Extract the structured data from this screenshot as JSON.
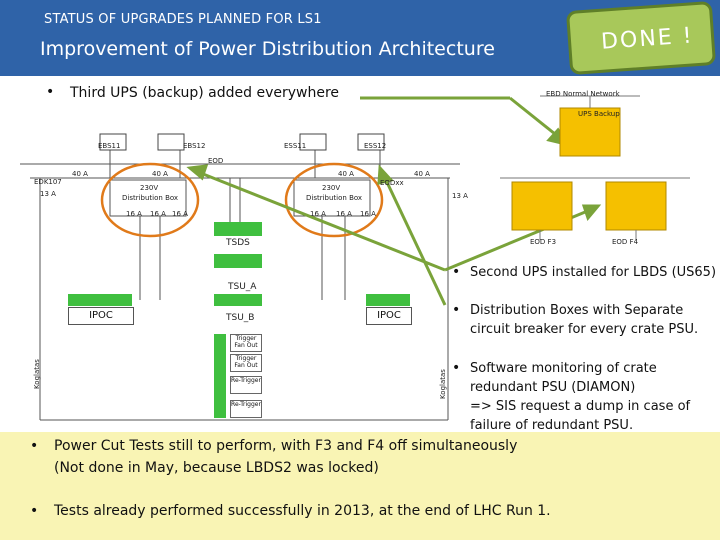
{
  "header": {
    "top_line": "STATUS OF UPGRADES PLANNED FOR LS1",
    "title": "Improvement of Power Distribution Architecture"
  },
  "badge": {
    "text": "DONE !"
  },
  "colors": {
    "header_bg": "#2f63a8",
    "badge_bg": "#a8c85a",
    "arrow": "#7aa33a",
    "highlight_box": "#f9f4b4",
    "ups_yellow": "#f5c000"
  },
  "bullets": {
    "ups_backup": "Third UPS (backup) added everywhere",
    "second_ups": "Second UPS installed for LBDS (US65)",
    "dist_boxes": [
      "Distribution Boxes with Separate",
      "circuit breaker for every crate PSU."
    ],
    "software": [
      "Software monitoring of crate",
      "redundant PSU (DIAMON)",
      "=> SIS request a dump in case of",
      "failure of redundant PSU."
    ],
    "power_cut": [
      "Power Cut Tests still to perform, with F3 and F4 off simultaneously",
      "(Not done in May, because LBDS2 was locked)"
    ],
    "tests_done": "Tests already performed successfully in 2013, at the end of LHC Run 1."
  },
  "diagram": {
    "left_top": [
      "EBS11",
      "EBS12"
    ],
    "right_top": [
      "ESS11",
      "ESS12"
    ],
    "eod": "EOD",
    "eod_right": "EODxx",
    "edk": "EDK107",
    "amp40": "40 A",
    "amp13": "13 A",
    "amp16": "16 A",
    "dist_box": [
      "230V",
      "Distribution Box"
    ],
    "ipoc": "IPOC",
    "tsds": "TSDS",
    "tsu_a": "TSU_A",
    "tsu_b": "TSU_B",
    "triggers": [
      "Trigger Fan Out",
      "Trigger Fan Out",
      "Re-Trigger",
      "Re-Trigger"
    ],
    "kapton_left": "Koglatas",
    "kapton_right": "Koglatas",
    "ups_top": [
      "EBD Normal Network",
      "UPS Backup"
    ],
    "ups_labels": [
      "EOD F3",
      "EOD F4"
    ]
  }
}
